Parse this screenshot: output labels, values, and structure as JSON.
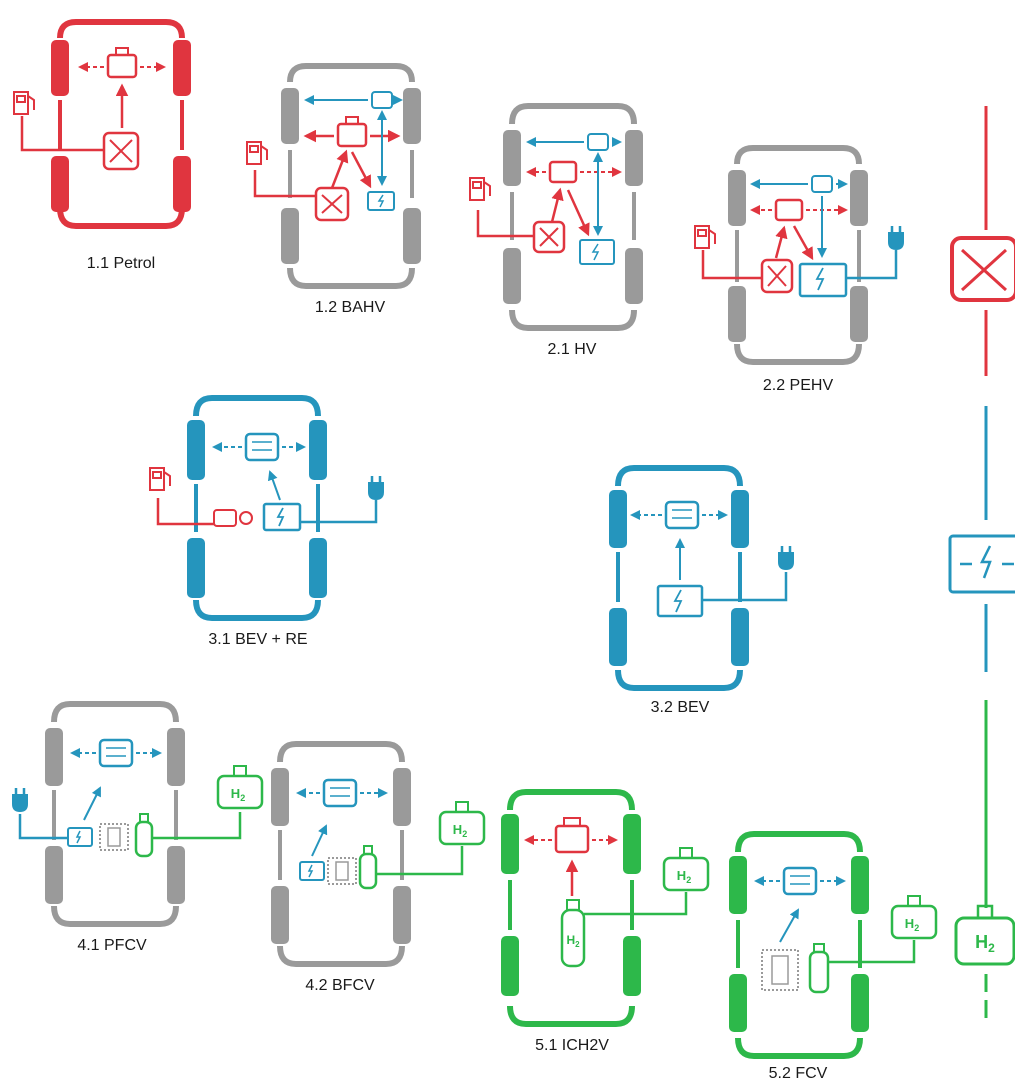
{
  "colors": {
    "petrol": "#e0353f",
    "electric": "#2595bd",
    "hydrogen": "#2db84a",
    "neutral": "#9a9a9a"
  },
  "icons": [
    "fuel-pump-icon",
    "jerrycan-icon",
    "engine-icon",
    "electric-motor-icon",
    "battery-icon",
    "plug-icon",
    "hydrogen-tank-icon",
    "hydrogen-cylinder-icon",
    "fuel-cell-icon"
  ],
  "vehicles": [
    {
      "id": "v11",
      "label": "1.1 Petrol"
    },
    {
      "id": "v12",
      "label": "1.2 BAHV"
    },
    {
      "id": "v21",
      "label": "2.1 HV"
    },
    {
      "id": "v22",
      "label": "2.2 PEHV"
    },
    {
      "id": "v31",
      "label": "3.1 BEV + RE"
    },
    {
      "id": "v32",
      "label": "3.2 BEV"
    },
    {
      "id": "v41",
      "label": "4.1 PFCV"
    },
    {
      "id": "v42",
      "label": "4.2 BFCV"
    },
    {
      "id": "v51",
      "label": "5.1 ICH2V"
    },
    {
      "id": "v52",
      "label": "5.2 FCV"
    }
  ],
  "hydrogen_symbol": {
    "main": "H",
    "sub": "2"
  }
}
